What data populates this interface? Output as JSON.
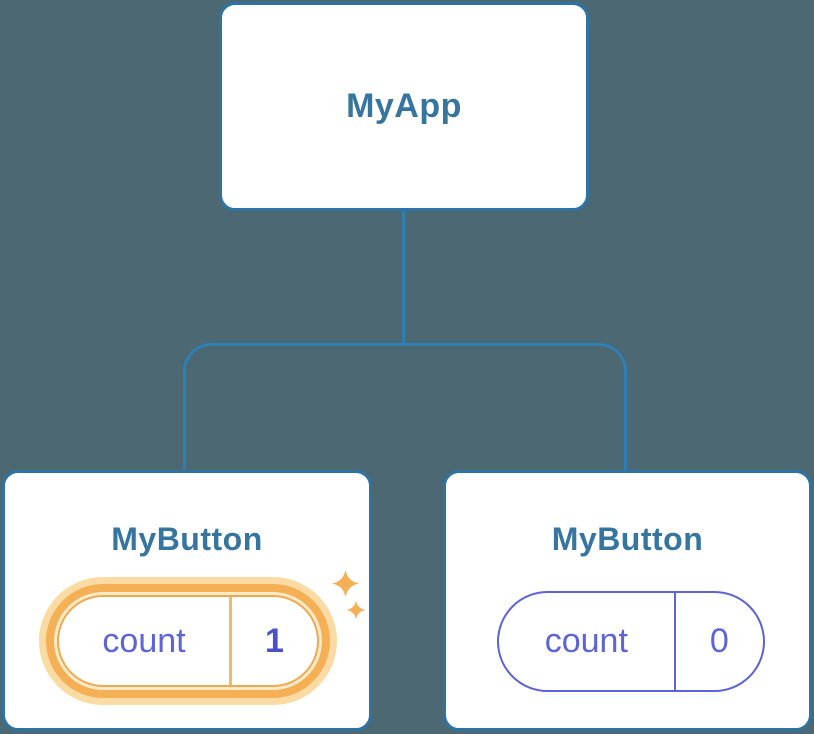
{
  "diagram": {
    "title_hint": "component tree with state",
    "root": {
      "label": "MyApp"
    },
    "children": [
      {
        "label": "MyButton",
        "highlighted": true,
        "state": {
          "key": "count",
          "value": "1"
        }
      },
      {
        "label": "MyButton",
        "highlighted": false,
        "state": {
          "key": "count",
          "value": "0"
        }
      }
    ]
  },
  "colors": {
    "bg": "#4c6872",
    "line-blue": "#2f7fb3",
    "border-blue": "#2d73a4",
    "node-text": "#35759f",
    "indigo": "#5d64d8",
    "indigo-dark": "#4b52c9",
    "orange": "#f5b055",
    "orange-border": "#f0a94e",
    "orange-gap": "#fdeac8",
    "halo": "#fbdba4",
    "divider-orange": "#f7b95f"
  }
}
